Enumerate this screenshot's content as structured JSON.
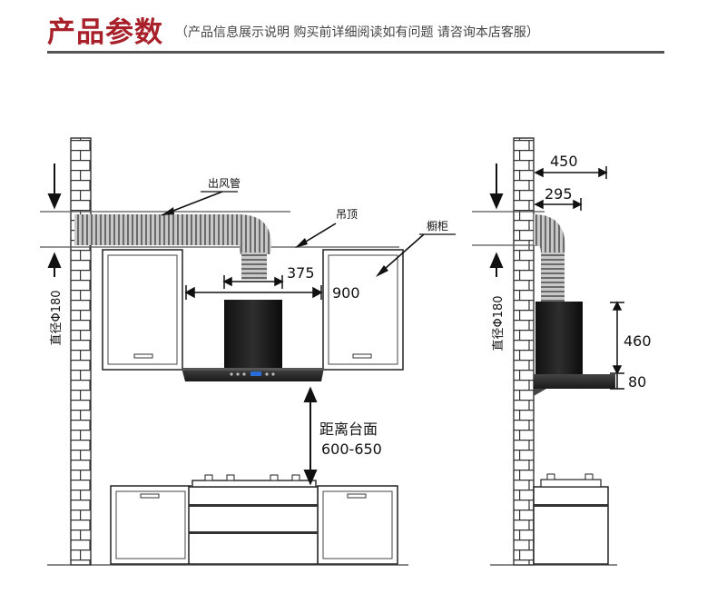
{
  "header": {
    "title": "产品参数",
    "subtitle": "（产品信息展示说明 购买前详细阅读如有问题 请咨询本店客服）"
  },
  "diagram": {
    "labels": {
      "duct": "出风管",
      "ceiling": "吊顶",
      "cabinet": "橱柜",
      "pipe_diameter_left": "直径Φ180",
      "pipe_diameter_right": "直径Φ180",
      "distance_line1": "距离台面",
      "distance_line2": "600-650"
    },
    "dimensions": {
      "chimney_width": "375",
      "hood_width": "900",
      "depth_total": "450",
      "depth_chimney": "295",
      "chimney_height": "460",
      "hood_thickness": "80"
    }
  }
}
